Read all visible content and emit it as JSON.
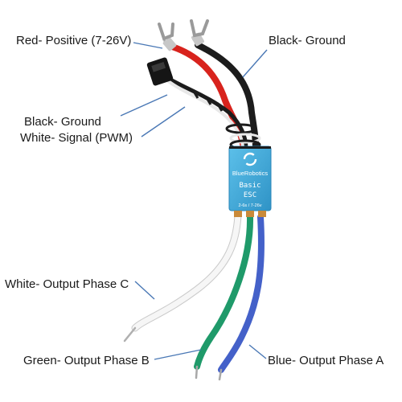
{
  "labels": {
    "red_positive": "Red- Positive (7-26V)",
    "black_ground_top": "Black- Ground",
    "black_ground_signal": "Black- Ground",
    "white_signal": "White- Signal (PWM)",
    "white_phase_c": "White- Output Phase C",
    "green_phase_b": "Green- Output Phase B",
    "blue_phase_a": "Blue- Output Phase A"
  },
  "esc_board": {
    "brand": "BlueRobotics",
    "model_line1": "Basic",
    "model_line2": "ESC",
    "spec": "2-6s / 7-26v"
  },
  "colors": {
    "leader_line": "#4a78b5",
    "board": "#3aa7d8",
    "wire_red": "#d8231d",
    "wire_black": "#1c1c1c",
    "wire_white": "#f2f2f2",
    "wire_green": "#1f9a6a",
    "wire_blue": "#4461c9",
    "copper": "#c98a3a"
  }
}
